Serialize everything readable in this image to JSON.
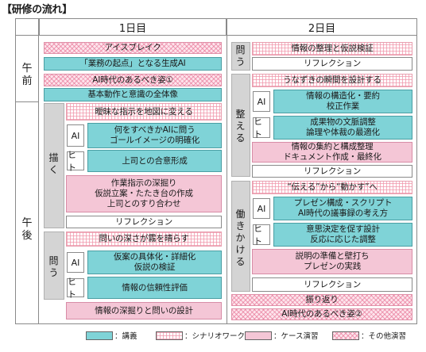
{
  "title": "【研修の流れ】",
  "columns": {
    "day1": "1日目",
    "day2": "2日目"
  },
  "periods": {
    "morning": "午\n前",
    "afternoon": "午\n後"
  },
  "day1": {
    "icebreak": "アイスブレイク",
    "genai": "「業務の起点」となる生成AI",
    "ai_era1": "AI時代のあるべき姿①",
    "basic": "基本動作と意識の全体像",
    "group_draw": "描\nく",
    "vague": "曖昧な指示を地図に変える",
    "ai": "AI",
    "ai_goal": "何をすべきかAIに問う\nゴールイメージの明確化",
    "hito": "ヒト",
    "consensus": "上司との合意形成",
    "work_instr": "作業指示の深掘り\n仮説立案・たたき台の作成\n上司とのすり合わせ",
    "reflection": "リフレクション",
    "group_ask": "問\nう",
    "question_depth": "問いの深さが霧を晴らす",
    "ai2": "AI",
    "hypothesis": "仮案の具体化・詳細化\n仮説の検証",
    "hito2": "ヒト",
    "reliability": "情報の信頼性評価",
    "deep_dive": "情報の深掘りと問いの設計"
  },
  "day2": {
    "group_ask": "問\nう",
    "organize": "情報の整理と仮説検証",
    "reflection1": "リフレクション",
    "group_arrange": "整\nえ\nる",
    "nod": "うなずきの瞬間を設計する",
    "ai": "AI",
    "structure": "情報の構造化・要約\n校正作業",
    "hito": "ヒト",
    "deliverable": "成果物の文脈調整\n論理や体裁の最適化",
    "aggregate": "情報の集約と構成整理\nドキュメント作成・最終化",
    "reflection2": "リフレクション",
    "group_act": "働\nき\nか\nけ\nる",
    "convey": "“伝える”から“動かす”へ",
    "ai2": "AI",
    "presentation": "プレゼン構成・スクリプト\nAI時代の議事録の考え方",
    "hito2": "ヒト",
    "decision": "意思決定を促す設計\n反応に応じた調整",
    "prep": "説明の準備と壁打ち\nプレゼンの実践",
    "reflection3": "リフレクション",
    "review": "振り返り",
    "ai_era2": "AI時代のあるべき姿②"
  },
  "legend": [
    {
      "label": "：講義",
      "style": "lecture"
    },
    {
      "label": "：シナリオワーク",
      "style": "scenario"
    },
    {
      "label": "：ケース演習",
      "style": "case"
    },
    {
      "label": "：その他演習",
      "style": "other"
    }
  ]
}
